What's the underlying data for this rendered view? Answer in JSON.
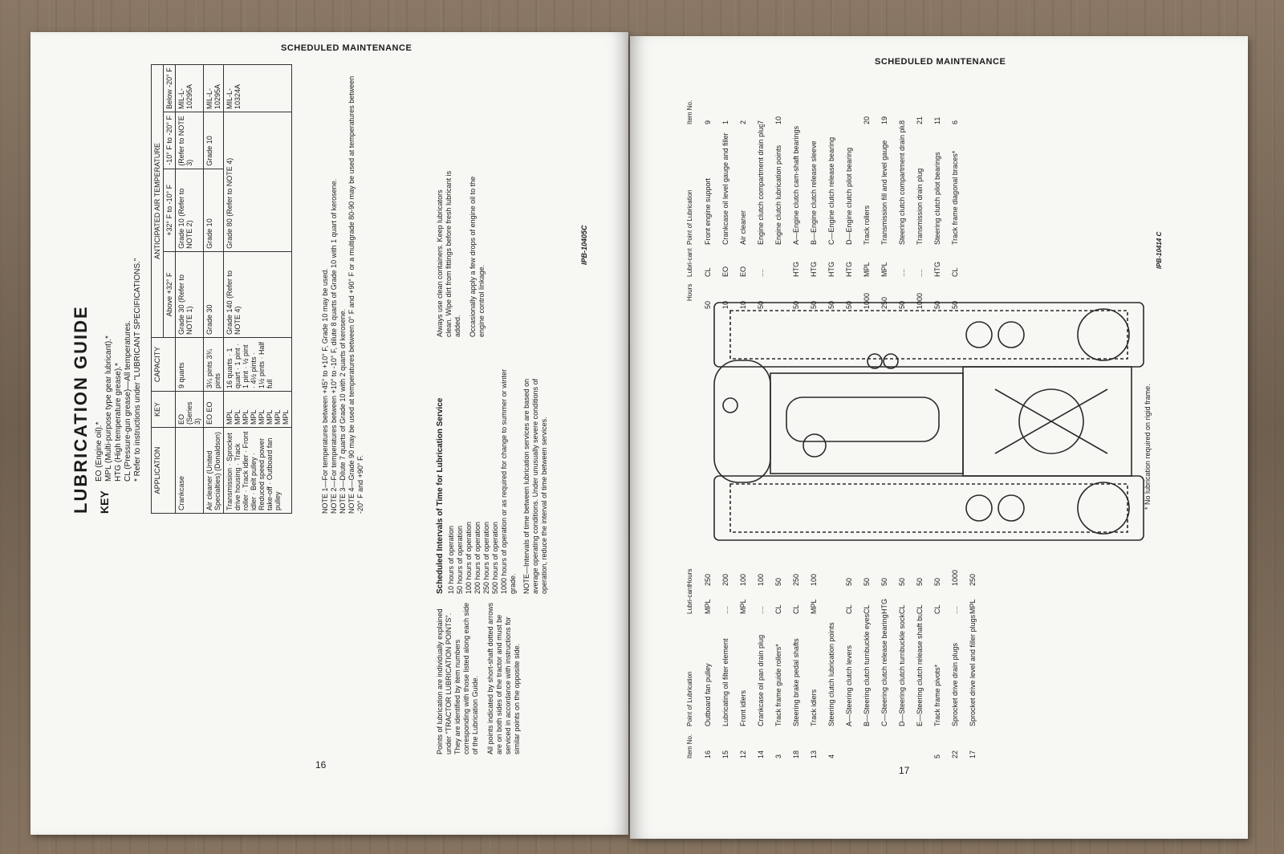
{
  "left": {
    "header": "SCHEDULED MAINTENANCE",
    "title": "LUBRICATION GUIDE",
    "key_label": "KEY",
    "key_items": [
      "EO (Engine oil).*",
      "MPL (Multi-purpose type gear lubricant).*",
      "HTG (High temperature grease).*",
      "CL (Pressure-gun grease)—All temperatures.",
      "* Refer to instructions under \"LUBRICANT SPECIFICATIONS.\""
    ],
    "table": {
      "headers": [
        "APPLICATION",
        "KEY",
        "CAPACITY",
        "ANTICIPATED AIR TEMPERATURE"
      ],
      "temp_headers": [
        "Above +32° F",
        "+32° F to -10° F",
        "-10° F to -20° F",
        "Below -20° F"
      ],
      "rows": [
        {
          "app": "Crankcase",
          "key": "EO (Series 3)",
          "cap": "9 quarts",
          "t1": "Grade 30 (Refer to NOTE 1)",
          "t2": "Grade 10 (Refer to NOTE 2)",
          "t3": "(Refer to NOTE 3)",
          "t4": "MIL-L-10295A"
        },
        {
          "app": "Air cleaner (United Specialties) (Donaldson)",
          "key": "EO EO",
          "cap": "3¼ pints 3¾ pints",
          "t1": "Grade 30",
          "t2": "Grade 10",
          "t3": "Grade 10",
          "t4": "MIL-L-10295A"
        },
        {
          "app": "Transmission · Sprocket drive housing · Track roller · Track idler · Front idler · Belt pulley · Reduced speed power take-off · Outboard fan pulley",
          "key": "MPL MPL MPL MPL MPL MPL MPL MPL",
          "cap": "16 quarts · 1 quart · 1 pint · 1 pint · ½ pint · 4½ pints · 1½ pints · Half full",
          "t1": "Grade 140 (Refer to NOTE 4)",
          "t2": "Grade 80 (Refer to NOTE 4)",
          "t3": "",
          "t4": "MIL-L-10324A"
        }
      ]
    },
    "notes": [
      "NOTE 1—For temperatures between +45° to +10° F, Grade 10 may be used.",
      "NOTE 2—For temperatures between +10° to -10° F, dilute 8 quarts of Grade 10 with 1 quart of kerosene.",
      "NOTE 3—Dilute 7 quarts of Grade 10 with 2 quarts of kerosene.",
      "NOTE 4—Grade 90 may be used at temperatures between 0° F and +90° F or a multigrade 80-90 may be used at temperatures between -20° F and +90° F."
    ],
    "code": "IPB-10405C",
    "points_text": "Points of lubrication are individually explained under \"TRACTOR LUBRICATION POINTS\". They are identified by item numbers corresponding with those listed along each side of the Lubrication Guide.",
    "dotted_text": "All points indicated by short-shaft dotted arrows are on both sides of the tractor and must be serviced in accordance with instructions for similar points on the opposite side.",
    "svc_title": "Scheduled Intervals of Time for Lubrication Service",
    "intervals": [
      "10 hours of operation",
      "50 hours of operation",
      "100 hours of operation",
      "200 hours of operation",
      "250 hours of operation",
      "500 hours of operation",
      "1000 hours of operation or as required for change to summer or winter grade."
    ],
    "interval_note": "NOTE—Intervals of time between lubrication services are based on average operating conditions. Under unusually severe conditions of operation, reduce the interval of time between services.",
    "clean_text": "Always use clean containers. Keep lubricators clean. Wipe dirt from fittings before fresh lubricant is added.",
    "linkage_text": "Occasionally apply a few drops of engine oil to the engine control linkage.",
    "page_number": "16"
  },
  "right": {
    "header": "SCHEDULED MAINTENANCE",
    "col_headers": {
      "item": "Item No.",
      "point": "Point of Lubrication",
      "lub": "Lubri-cant",
      "hours": "Hours"
    },
    "left_items": [
      {
        "no": "16",
        "point": "Outboard fan pulley",
        "lub": "MPL",
        "hours": "250"
      },
      {
        "no": "15",
        "point": "Lubricating oil filter element",
        "lub": "....",
        "hours": "200"
      },
      {
        "no": "12",
        "point": "Front idlers",
        "lub": "MPL",
        "hours": "100"
      },
      {
        "no": "14",
        "point": "Crankcase oil pan drain plug",
        "lub": "....",
        "hours": "100"
      },
      {
        "no": "3",
        "point": "Track frame guide rollers*",
        "lub": "CL",
        "hours": "50"
      },
      {
        "no": "18",
        "point": "Steering brake pedal shafts",
        "lub": "CL",
        "hours": "250"
      },
      {
        "no": "13",
        "point": "Track idlers",
        "lub": "MPL",
        "hours": "100"
      },
      {
        "no": "4",
        "point": "Steering clutch lubrication points",
        "lub": "",
        "hours": ""
      },
      {
        "no": "",
        "point": "A—Steering clutch levers",
        "lub": "CL",
        "hours": "50"
      },
      {
        "no": "",
        "point": "B—Steering clutch turnbuckle eyes",
        "lub": "CL",
        "hours": "50"
      },
      {
        "no": "",
        "point": "C—Steering clutch release bearings",
        "lub": "HTG",
        "hours": "50"
      },
      {
        "no": "",
        "point": "D—Steering clutch turnbuckle sockets",
        "lub": "CL",
        "hours": "50"
      },
      {
        "no": "",
        "point": "E—Steering clutch release shaft bushings",
        "lub": "CL",
        "hours": "50"
      },
      {
        "no": "5",
        "point": "Track frame pivots*",
        "lub": "CL",
        "hours": "50"
      },
      {
        "no": "22",
        "point": "Sprocket drive drain plugs",
        "lub": "....",
        "hours": "1000"
      },
      {
        "no": "17",
        "point": "Sprocket drive level and filler plugs",
        "lub": "MPL",
        "hours": "250"
      }
    ],
    "right_items": [
      {
        "no": "9",
        "point": "Front engine support",
        "lub": "CL",
        "hours": "50"
      },
      {
        "no": "1",
        "point": "Crankcase oil level gauge and filler",
        "lub": "EO",
        "hours": "10"
      },
      {
        "no": "2",
        "point": "Air cleaner",
        "lub": "EO",
        "hours": "10"
      },
      {
        "no": "7",
        "point": "Engine clutch compartment drain plug",
        "lub": "....",
        "hours": "50"
      },
      {
        "no": "10",
        "point": "Engine clutch lubrication points",
        "lub": "",
        "hours": ""
      },
      {
        "no": "",
        "point": "A—Engine clutch cam-shaft bearings",
        "lub": "HTG",
        "hours": "50"
      },
      {
        "no": "",
        "point": "B—Engine clutch release sleeve",
        "lub": "HTG",
        "hours": "50"
      },
      {
        "no": "",
        "point": "C—Engine clutch release bearing",
        "lub": "HTG",
        "hours": "50"
      },
      {
        "no": "",
        "point": "D—Engine clutch pilot bearing",
        "lub": "HTG",
        "hours": "50"
      },
      {
        "no": "20",
        "point": "Track rollers",
        "lub": "MPL",
        "hours": "1000"
      },
      {
        "no": "19",
        "point": "Transmission fill and level gauge",
        "lub": "MPL",
        "hours": "250"
      },
      {
        "no": "8",
        "point": "Steering clutch compartment drain plugs",
        "lub": "....",
        "hours": "50"
      },
      {
        "no": "21",
        "point": "Transmission drain plug",
        "lub": "....",
        "hours": "1000"
      },
      {
        "no": "11",
        "point": "Steering clutch pilot bearings",
        "lub": "HTG",
        "hours": "50"
      },
      {
        "no": "6",
        "point": "Track frame diagonal braces*",
        "lub": "CL",
        "hours": "50"
      }
    ],
    "code": "IPB-10414 C",
    "footnote": "* No lubrication required on rigid frame.",
    "page_number": "17"
  }
}
